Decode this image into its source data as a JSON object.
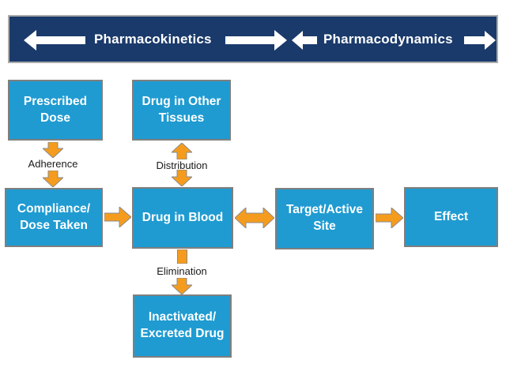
{
  "title_bar": {
    "pharmacokinetics_label": "Pharmacokinetics",
    "pharmacodynamics_label": "Pharmacodynamics"
  },
  "boxes": {
    "prescribed_dose": "Prescribed\nDose",
    "drug_in_other_tissues": "Drug in Other\nTissues",
    "compliance_dose_taken": "Compliance/\nDose Taken",
    "drug_in_blood": "Drug in Blood",
    "target_active_site": "Target/Active\nSite",
    "effect": "Effect",
    "inactivated_excreted_drug": "Inactivated/\nExcreted Drug"
  },
  "arrow_labels": {
    "adherence": "Adherence",
    "distribution": "Distribution",
    "elimination": "Elimination"
  },
  "colors": {
    "header_bar": "#1A3A6B",
    "bar_border": "#ABABAB",
    "header_arrow": "#FFFFFF",
    "box_fill": "#1F9BD1",
    "box_border": "#7F7F7F",
    "box_text": "#FFFFFF",
    "arrow_fill": "#F59C1E",
    "arrow_outline": "#8A8A8A",
    "label_text": "#1A1A1A"
  }
}
